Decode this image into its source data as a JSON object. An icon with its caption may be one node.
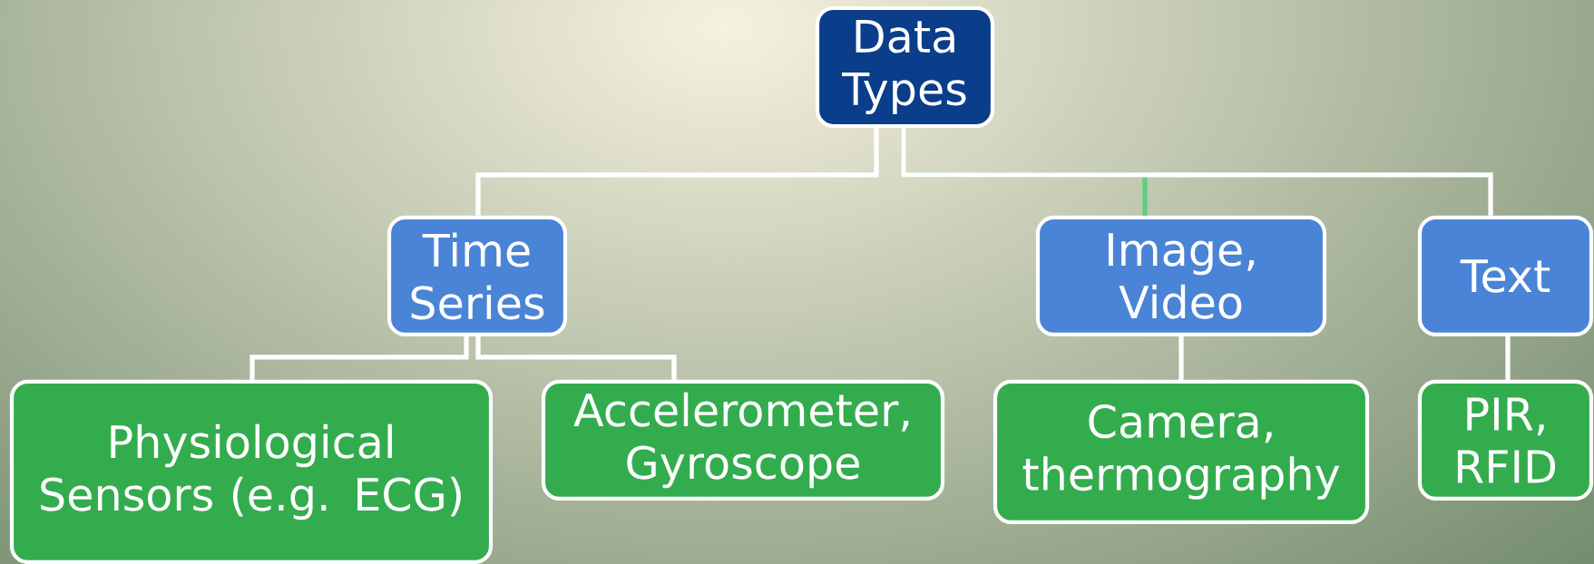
{
  "diagram": {
    "nodes": [
      {
        "text": [
          "Data Types"
        ]
      },
      {
        "text": [
          "Time Series"
        ]
      },
      {
        "text": [
          "Image, Video"
        ]
      },
      {
        "text": [
          "Text"
        ]
      },
      {
        "text": [
          "Physiological Sensors (e.g. ECG)"
        ]
      },
      {
        "text": [
          "Accelerometer, Gyroscope"
        ]
      },
      {
        "text": [
          "Camera, thermography"
        ]
      },
      {
        "text": [
          "PIR, RFID"
        ]
      }
    ],
    "edges": [
      {
        "from": 0,
        "to": 1,
        "arrow": "none"
      },
      {
        "from": 0,
        "to": 2,
        "arrow": "none",
        "color": "#5ccf7c"
      },
      {
        "from": 0,
        "to": 3,
        "arrow": "none"
      },
      {
        "from": 1,
        "to": 4,
        "arrow": "none"
      },
      {
        "from": 1,
        "to": 5,
        "arrow": "none"
      },
      {
        "from": 2,
        "to": 6,
        "arrow": "none"
      },
      {
        "from": 3,
        "to": 7,
        "arrow": "none"
      }
    ]
  }
}
